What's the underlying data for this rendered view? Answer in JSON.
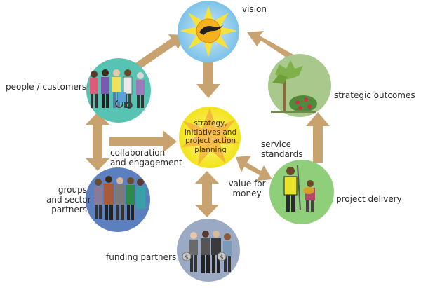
{
  "center": {
    "lines": [
      "strategy,",
      "initiatives and",
      "project action",
      "planning"
    ]
  },
  "labels": {
    "vision": "vision",
    "strategic_outcomes": "strategic outcomes",
    "project_delivery": "project delivery",
    "funding_partners": "funding partners",
    "groups": [
      "groups",
      "and sector",
      "partners"
    ],
    "people_customers": "people / customers",
    "collaboration": [
      "collaboration",
      "and engagement"
    ],
    "service_standards": [
      "service",
      "standards"
    ],
    "value_for_money": [
      "value for",
      "money"
    ]
  },
  "icons": {
    "vision": "sun-with-bird-icon",
    "strategic_outcomes": "tree-and-shrub-icon",
    "project_delivery": "worker-with-child-icon",
    "funding_partners": "donors-with-money-bags-icon",
    "groups": "group-of-partners-icon",
    "people_customers": "crowd-of-people-icon"
  },
  "colors": {
    "arrow": "#c9a36f",
    "center_fill": "#f7ec1a",
    "vision_fill": "#9fd3ee",
    "outcomes_fill": "#a9c98c",
    "delivery_fill": "#8fcf7a",
    "funding_fill": "#9aa9c4",
    "groups_fill": "#5c7fc0",
    "people_fill": "#57c3b2"
  }
}
